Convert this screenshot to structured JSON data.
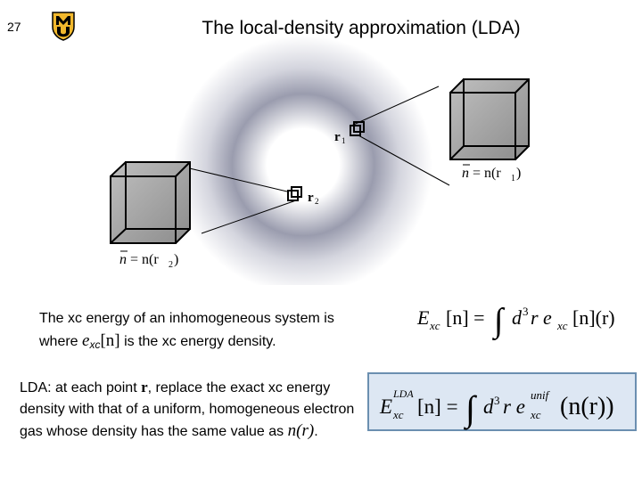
{
  "slide": {
    "number": "27",
    "title": "The local-density approximation (LDA)",
    "logo_text": "MU"
  },
  "figure": {
    "label_r1": "r",
    "label_r1_sub": "1",
    "label_r2": "r",
    "label_r2_sub": "2",
    "eq_right_lhs": "n",
    "eq_right_rhs": "= n(r",
    "eq_right_sub": "1",
    "eq_left_lhs": "n",
    "eq_left_rhs": "= n(r",
    "eq_left_sub": "2",
    "close_paren": ")"
  },
  "para1": {
    "line1": "The xc energy of an inhomogeneous system is",
    "line2_prefix": "where ",
    "line2_math_e": "e",
    "line2_math_sub": "xc",
    "line2_math_arg": "[n]",
    "line2_suffix": " is the xc energy density."
  },
  "formula1": {
    "E": "E",
    "E_sub": "xc",
    "arg": "[n] =",
    "integral": "∫",
    "d": "d",
    "d_sup": "3",
    "r": "r e",
    "e_sub": "xc",
    "tail": "[n](r)"
  },
  "para2": {
    "text1": "LDA: at each point ",
    "bold_r": "r",
    "text2": ", replace the exact xc energy density with that of a uniform, homogeneous electron gas whose density has the same value as ",
    "math": "n(r)",
    "text3": "."
  },
  "formula2": {
    "E": "E",
    "E_sup": "LDA",
    "E_sub": "xc",
    "arg": "[n] =",
    "integral": "∫",
    "d": "d",
    "d_sup": "3",
    "r": "r e",
    "e_sup": "unif",
    "e_sub": "xc",
    "tail": "(n(r))"
  }
}
